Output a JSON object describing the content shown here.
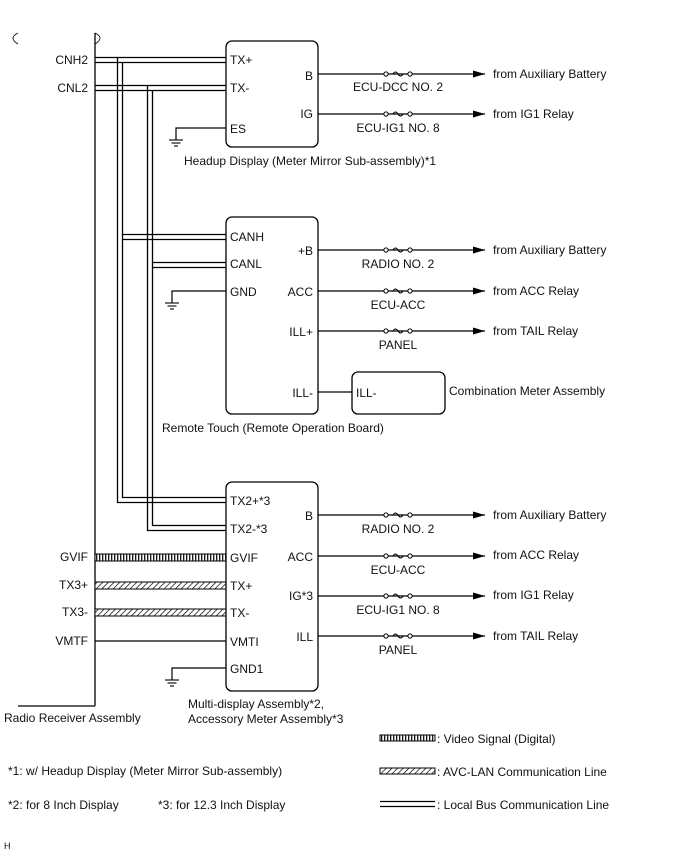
{
  "radio": {
    "label": "Radio Receiver Assembly",
    "pins": [
      "CNH2",
      "CNL2",
      "GVIF",
      "TX3+",
      "TX3-",
      "VMTF"
    ]
  },
  "hud": {
    "label": "Headup Display (Meter Mirror Sub-assembly)*1",
    "pins_left": [
      "TX+",
      "TX-",
      "ES"
    ],
    "pins_right": [
      "B",
      "IG"
    ],
    "fuses": [
      "ECU-DCC NO. 2",
      "ECU-IG1 NO. 8"
    ],
    "sources": [
      "from Auxiliary Battery",
      "from IG1 Relay"
    ]
  },
  "remote": {
    "label": "Remote Touch (Remote Operation Board)",
    "pins_left": [
      "CANH",
      "CANL",
      "GND"
    ],
    "pins_right": [
      "+B",
      "ACC",
      "ILL+",
      "ILL-"
    ],
    "fuses": [
      "RADIO NO. 2",
      "ECU-ACC",
      "PANEL"
    ],
    "sources": [
      "from Auxiliary Battery",
      "from ACC Relay",
      "from TAIL Relay"
    ]
  },
  "meter": {
    "label": "Combination Meter Assembly",
    "pin": "ILL-"
  },
  "multi": {
    "label_line1": "Multi-display Assembly*2,",
    "label_line2": "Accessory Meter Assembly*3",
    "pins_left": [
      "TX2+*3",
      "TX2-*3",
      "GVIF",
      "TX+",
      "TX-",
      "VMTI",
      "GND1"
    ],
    "pins_right": [
      "B",
      "ACC",
      "IG*3",
      "ILL"
    ],
    "fuses": [
      "RADIO NO. 2",
      "ECU-ACC",
      "ECU-IG1 NO. 8",
      "PANEL"
    ],
    "sources": [
      "from Auxiliary Battery",
      "from ACC Relay",
      "from IG1 Relay",
      "from TAIL Relay"
    ]
  },
  "legend": {
    "video": ": Video Signal (Digital)",
    "avc": ": AVC-LAN Communication Line",
    "local": ": Local Bus Communication Line"
  },
  "notes": {
    "n1": "*1: w/ Headup Display (Meter Mirror Sub-assembly)",
    "n2": "*2: for 8 Inch Display",
    "n3": "*3: for 12.3 Inch Display"
  },
  "corner_mark": "H"
}
